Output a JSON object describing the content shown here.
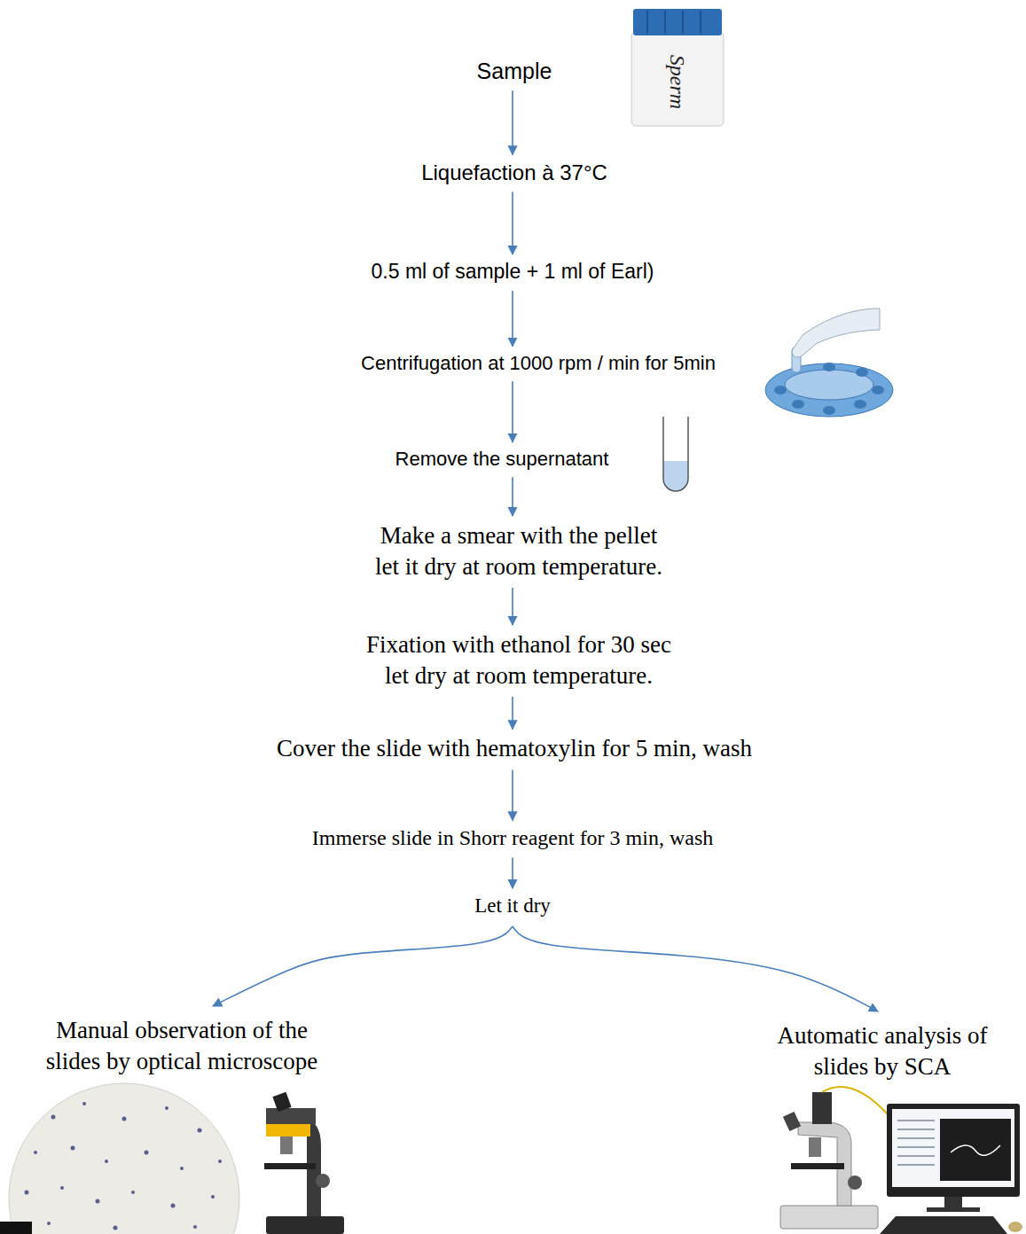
{
  "diagram": {
    "nodes": [
      {
        "text": [
          "Sample"
        ]
      },
      {
        "text": [
          "Liquefaction à 37°C"
        ]
      },
      {
        "text": [
          "0.5 ml of sample + 1 ml of Earl)"
        ]
      },
      {
        "text": [
          "Centrifugation at 1000 rpm / min for 5min"
        ]
      },
      {
        "text": [
          "Remove the supernatant"
        ]
      },
      {
        "text": [
          "Make a smear with the pellet let it dry at room temperature."
        ]
      },
      {
        "text": [
          "Fixation with ethanol for 30 sec let dry at room temperature."
        ]
      },
      {
        "text": [
          "Cover the slide with hematoxylin for 5 min, wash"
        ]
      },
      {
        "text": [
          "Immerse slide in Shorr reagent for 3 min, wash"
        ]
      },
      {
        "text": [
          "Let it dry"
        ]
      },
      {
        "text": [
          "Manual observation of the slides by optical microscope"
        ]
      },
      {
        "text": [
          "Automatic analysis of slides by SCA"
        ]
      }
    ],
    "edges": [
      {
        "from": 0,
        "to": 1,
        "arrow": "to"
      },
      {
        "from": 1,
        "to": 2,
        "arrow": "to"
      },
      {
        "from": 2,
        "to": 3,
        "arrow": "to"
      },
      {
        "from": 3,
        "to": 4,
        "arrow": "to"
      },
      {
        "from": 4,
        "to": 5,
        "arrow": "to"
      },
      {
        "from": 5,
        "to": 6,
        "arrow": "to"
      },
      {
        "from": 6,
        "to": 7,
        "arrow": "to"
      },
      {
        "from": 7,
        "to": 8,
        "arrow": "to"
      },
      {
        "from": 8,
        "to": 9,
        "arrow": "to"
      },
      {
        "from": 9,
        "to": 10,
        "arrow": "to"
      },
      {
        "from": 9,
        "to": 11,
        "arrow": "to"
      }
    ],
    "labels": [
      "Sperm"
    ]
  }
}
